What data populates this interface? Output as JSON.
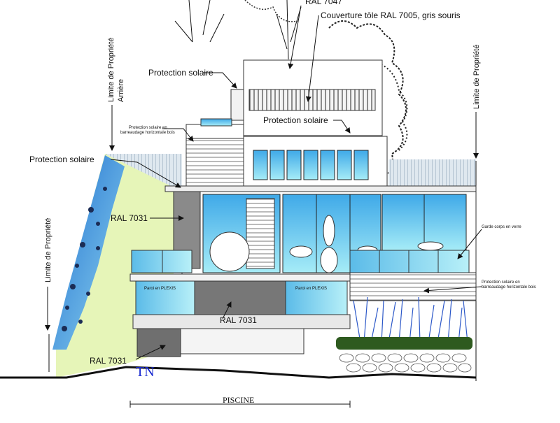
{
  "labels": {
    "ral7047": "RAL 7047",
    "couverture": "Couverture tôle RAL 7005, gris souris",
    "protection_top": "Protection solaire",
    "protection_mid": "Protection solaire",
    "protection_left": "Protection solaire",
    "barreaudage_top_1": "Protection solaire en",
    "barreaudage_top_2": "barreaudage horizontale bois",
    "ral7031_upper": "RAL 7031",
    "ral7031_center": "RAL 7031",
    "ral7031_lower": "RAL 7031",
    "garde_corps": "Garde corps en verre",
    "barreaudage_right_1": "Protection solaire en",
    "barreaudage_right_2": "barreaudage horizontale bois",
    "paroi_left": "Paroi en PLEXIS",
    "paroi_right": "Paroi en PLEXIS",
    "tn": "TN",
    "piscine": "PISCINE",
    "limite_arriere_1": "Limite de Propriété",
    "limite_arriere_2": "Arrière",
    "limite_left": "Limite de Propriété",
    "limite_right": "Limite de Propriété"
  },
  "colors": {
    "glass_top": "#3fa9e8",
    "glass_bottom": "#8fe3f5",
    "wall_grey": "#8a8a8a",
    "dark_grey": "#5f5f5f",
    "lawn": "#e6f5b8",
    "tn_blue": "#1a2bd0",
    "plant_blue": "#2c58c8"
  }
}
